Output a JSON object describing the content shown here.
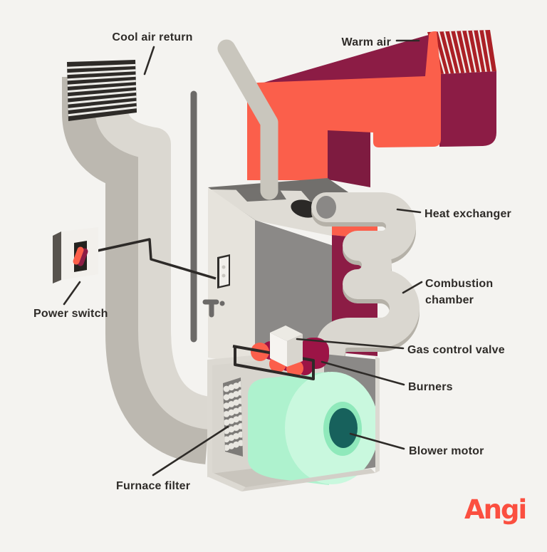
{
  "brand": {
    "logo_text": "Angi",
    "logo_color": "#fb4f40"
  },
  "labels": {
    "cool_air_return": "Cool air return",
    "warm_air": "Warm air",
    "heat_exchanger": "Heat exchanger",
    "combustion_chamber": "Combustion chamber",
    "gas_control_valve": "Gas control valve",
    "burners": "Burners",
    "blower_motor": "Blower motor",
    "furnace_filter": "Furnace filter",
    "power_switch": "Power switch"
  },
  "palette": {
    "background": "#f4f3f0",
    "ink": "#2e2b28",
    "warm_duct_coral": "#fb5f4b",
    "warm_duct_maroon": "#8c1c45",
    "warm_vent_red": "#ab2026",
    "cool_duct_light": "#dbd8d1",
    "cool_duct_shadow": "#bcb8b0",
    "cabinet_gray": "#8b8987",
    "blower_mint": "#c9f8de",
    "blower_ring_green": "#8fe9bb",
    "blower_motor_teal": "#17615c",
    "burner_crimson": "#9c1446"
  }
}
